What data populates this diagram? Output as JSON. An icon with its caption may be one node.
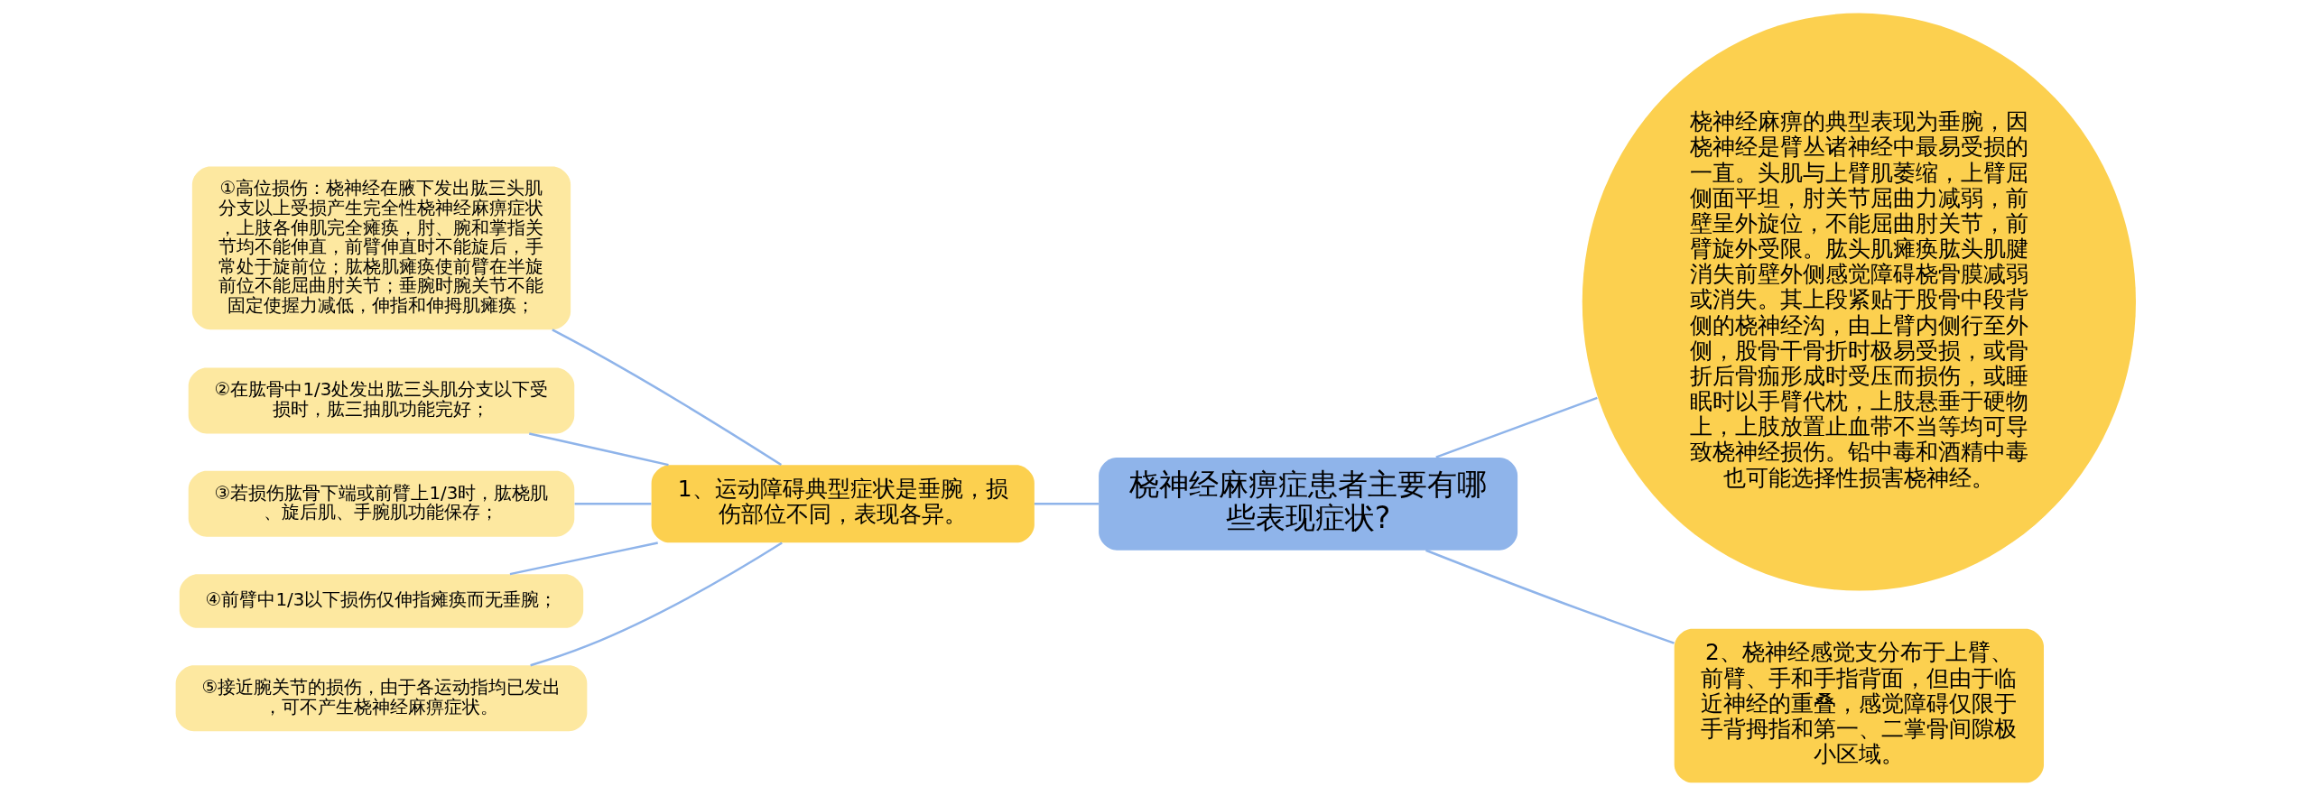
{
  "diagram": {
    "nodes": [
      {
        "text": [
          "桡神经麻痹症患者主要有哪些表现症状?"
        ]
      },
      {
        "text": [
          "1、运动障碍典型症状是垂腕，损伤部位不同，表现各异。"
        ]
      },
      {
        "text": [
          "①高位损伤：桡神经在腋下发出肱三头肌分支以上受损产生完全性桡神经麻痹症状，上肢各伸肌完全瘫痪，肘、腕和掌指关节均不能伸直，前臂伸直时不能旋后，手常处于旋前位；肱桡肌瘫痪使前臂在半旋前位不能屈曲肘关节；垂腕时腕关节不能固定使握力减低，伸指和伸拇肌瘫痪；"
        ]
      },
      {
        "text": [
          "②在肱骨中1/3处发出肱三头肌分支以下受损时，肱三抽肌功能完好；"
        ]
      },
      {
        "text": [
          "③若损伤肱骨下端或前臂上1/3时，肱桡肌、旋后肌、手腕肌功能保存；"
        ]
      },
      {
        "text": [
          "④前臂中1/3以下损伤仅伸指瘫痪而无垂腕；"
        ]
      },
      {
        "text": [
          "⑤接近腕关节的损伤，由于各运动指均已发出，可不产生桡神经麻痹症状。"
        ]
      },
      {
        "text": [
          "桡神经麻痹的典型表现为垂腕，因桡神经是臂丛诸神经中最易受损的一直。头肌与上臂肌萎缩，上臂屈侧面平坦，肘关节屈曲力减弱，前壁呈外旋位，不能屈曲肘关节，前臂旋外受限。肱头肌瘫痪肱头肌腱消失前壁外侧感觉障碍桡骨膜减弱或消失。其上段紧贴于股骨中段背侧的桡神经沟，由上臂内侧行至外侧，股骨干骨折时极易受损，或骨折后骨痂形成时受压而损伤，或睡眠时以手臂代枕，上肢悬垂于硬物上，上肢放置止血带不当等均可导致桡神经损伤。铅中毒和酒精中毒也可能选择性损害桡神经。"
        ]
      },
      {
        "text": [
          "2、桡神经感觉支分布于上臂、前臂、手和手指背面，但由于临近神经的重叠，感觉障碍仅限于手背拇指和第一、二掌骨间隙极小区域。"
        ]
      }
    ],
    "edges": [
      {
        "from": 0,
        "to": 1,
        "arrow": "none"
      },
      {
        "from": 1,
        "to": 2,
        "arrow": "none"
      },
      {
        "from": 1,
        "to": 3,
        "arrow": "none"
      },
      {
        "from": 1,
        "to": 4,
        "arrow": "none"
      },
      {
        "from": 1,
        "to": 5,
        "arrow": "none"
      },
      {
        "from": 1,
        "to": 6,
        "arrow": "none"
      },
      {
        "from": 0,
        "to": 7,
        "arrow": "none"
      },
      {
        "from": 0,
        "to": 8,
        "arrow": "none"
      }
    ]
  }
}
